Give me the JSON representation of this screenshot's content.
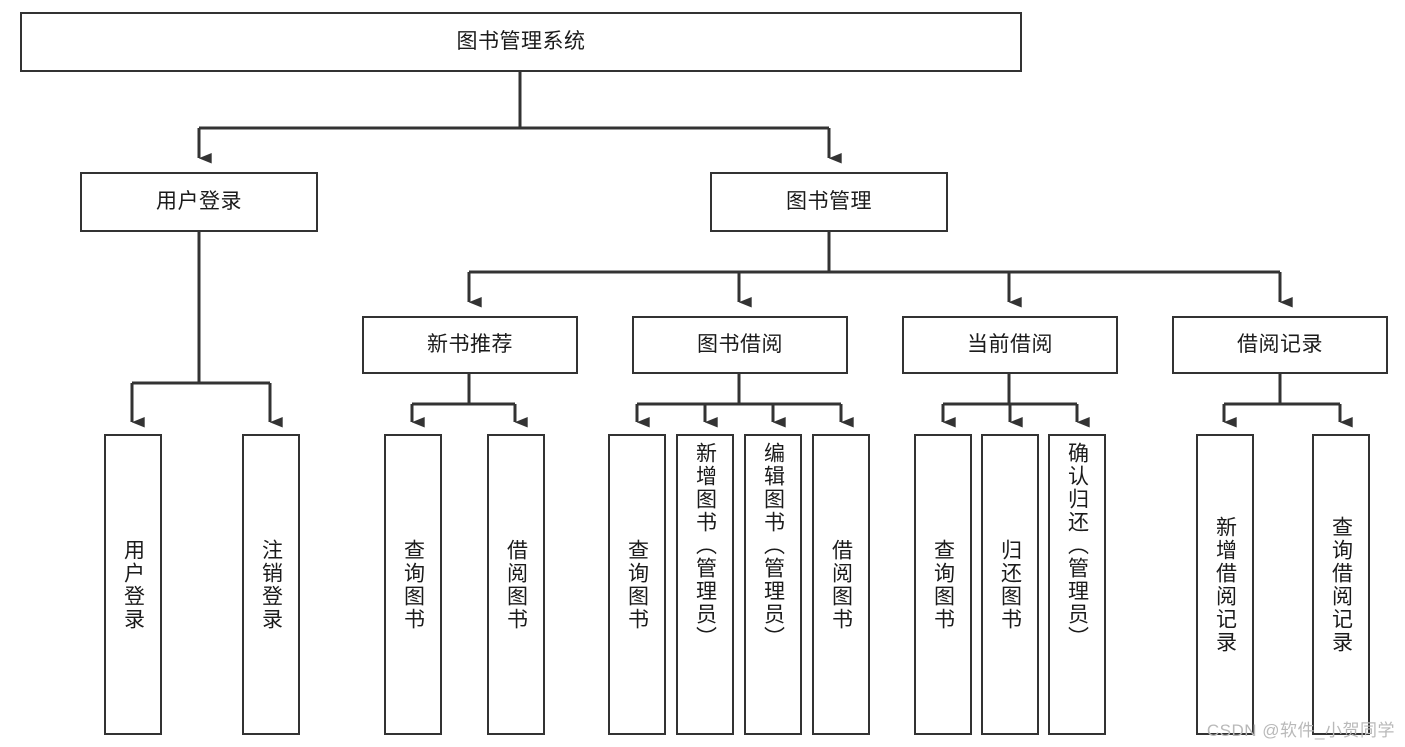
{
  "diagram": {
    "type": "tree",
    "title": "图书管理系统",
    "orientation": "top-down",
    "colors": {
      "box_stroke": "#333333",
      "box_fill": "#ffffff",
      "connector": "#333333",
      "text": "#1b1b1b",
      "watermark": "#b9b9b9",
      "background": "#ffffff"
    },
    "root": {
      "id": "root",
      "label": "图书管理系统"
    },
    "level2": [
      {
        "id": "user-login",
        "label": "用户登录"
      },
      {
        "id": "book-management",
        "label": "图书管理"
      }
    ],
    "level3": [
      {
        "id": "new-book-recommend",
        "label": "新书推荐",
        "parent": "book-management"
      },
      {
        "id": "book-borrow",
        "label": "图书借阅",
        "parent": "book-management"
      },
      {
        "id": "current-borrow",
        "label": "当前借阅",
        "parent": "book-management"
      },
      {
        "id": "borrow-record",
        "label": "借阅记录",
        "parent": "book-management"
      }
    ],
    "leaves": [
      {
        "id": "leaf-user-login",
        "label": "用户登录",
        "parent": "user-login"
      },
      {
        "id": "leaf-logout-login",
        "label": "注销登录",
        "parent": "user-login"
      },
      {
        "id": "leaf-query-book-1",
        "label": "查询图书",
        "parent": "new-book-recommend"
      },
      {
        "id": "leaf-borrow-book-1",
        "label": "借阅图书",
        "parent": "new-book-recommend"
      },
      {
        "id": "leaf-query-book-2",
        "label": "查询图书",
        "parent": "book-borrow"
      },
      {
        "id": "leaf-add-book",
        "label": "新增图书（管理员）",
        "parent": "book-borrow"
      },
      {
        "id": "leaf-edit-book",
        "label": "编辑图书（管理员）",
        "parent": "book-borrow"
      },
      {
        "id": "leaf-borrow-book-2",
        "label": "借阅图书",
        "parent": "book-borrow"
      },
      {
        "id": "leaf-query-book-3",
        "label": "查询图书",
        "parent": "current-borrow"
      },
      {
        "id": "leaf-return-book",
        "label": "归还图书",
        "parent": "current-borrow"
      },
      {
        "id": "leaf-confirm-return",
        "label": "确认归还（管理员）",
        "parent": "current-borrow"
      },
      {
        "id": "leaf-add-record",
        "label": "新增借阅记录",
        "parent": "borrow-record"
      },
      {
        "id": "leaf-query-record",
        "label": "查询借阅记录",
        "parent": "borrow-record"
      }
    ]
  },
  "watermark": {
    "text": "CSDN @软件_小贺同学"
  }
}
